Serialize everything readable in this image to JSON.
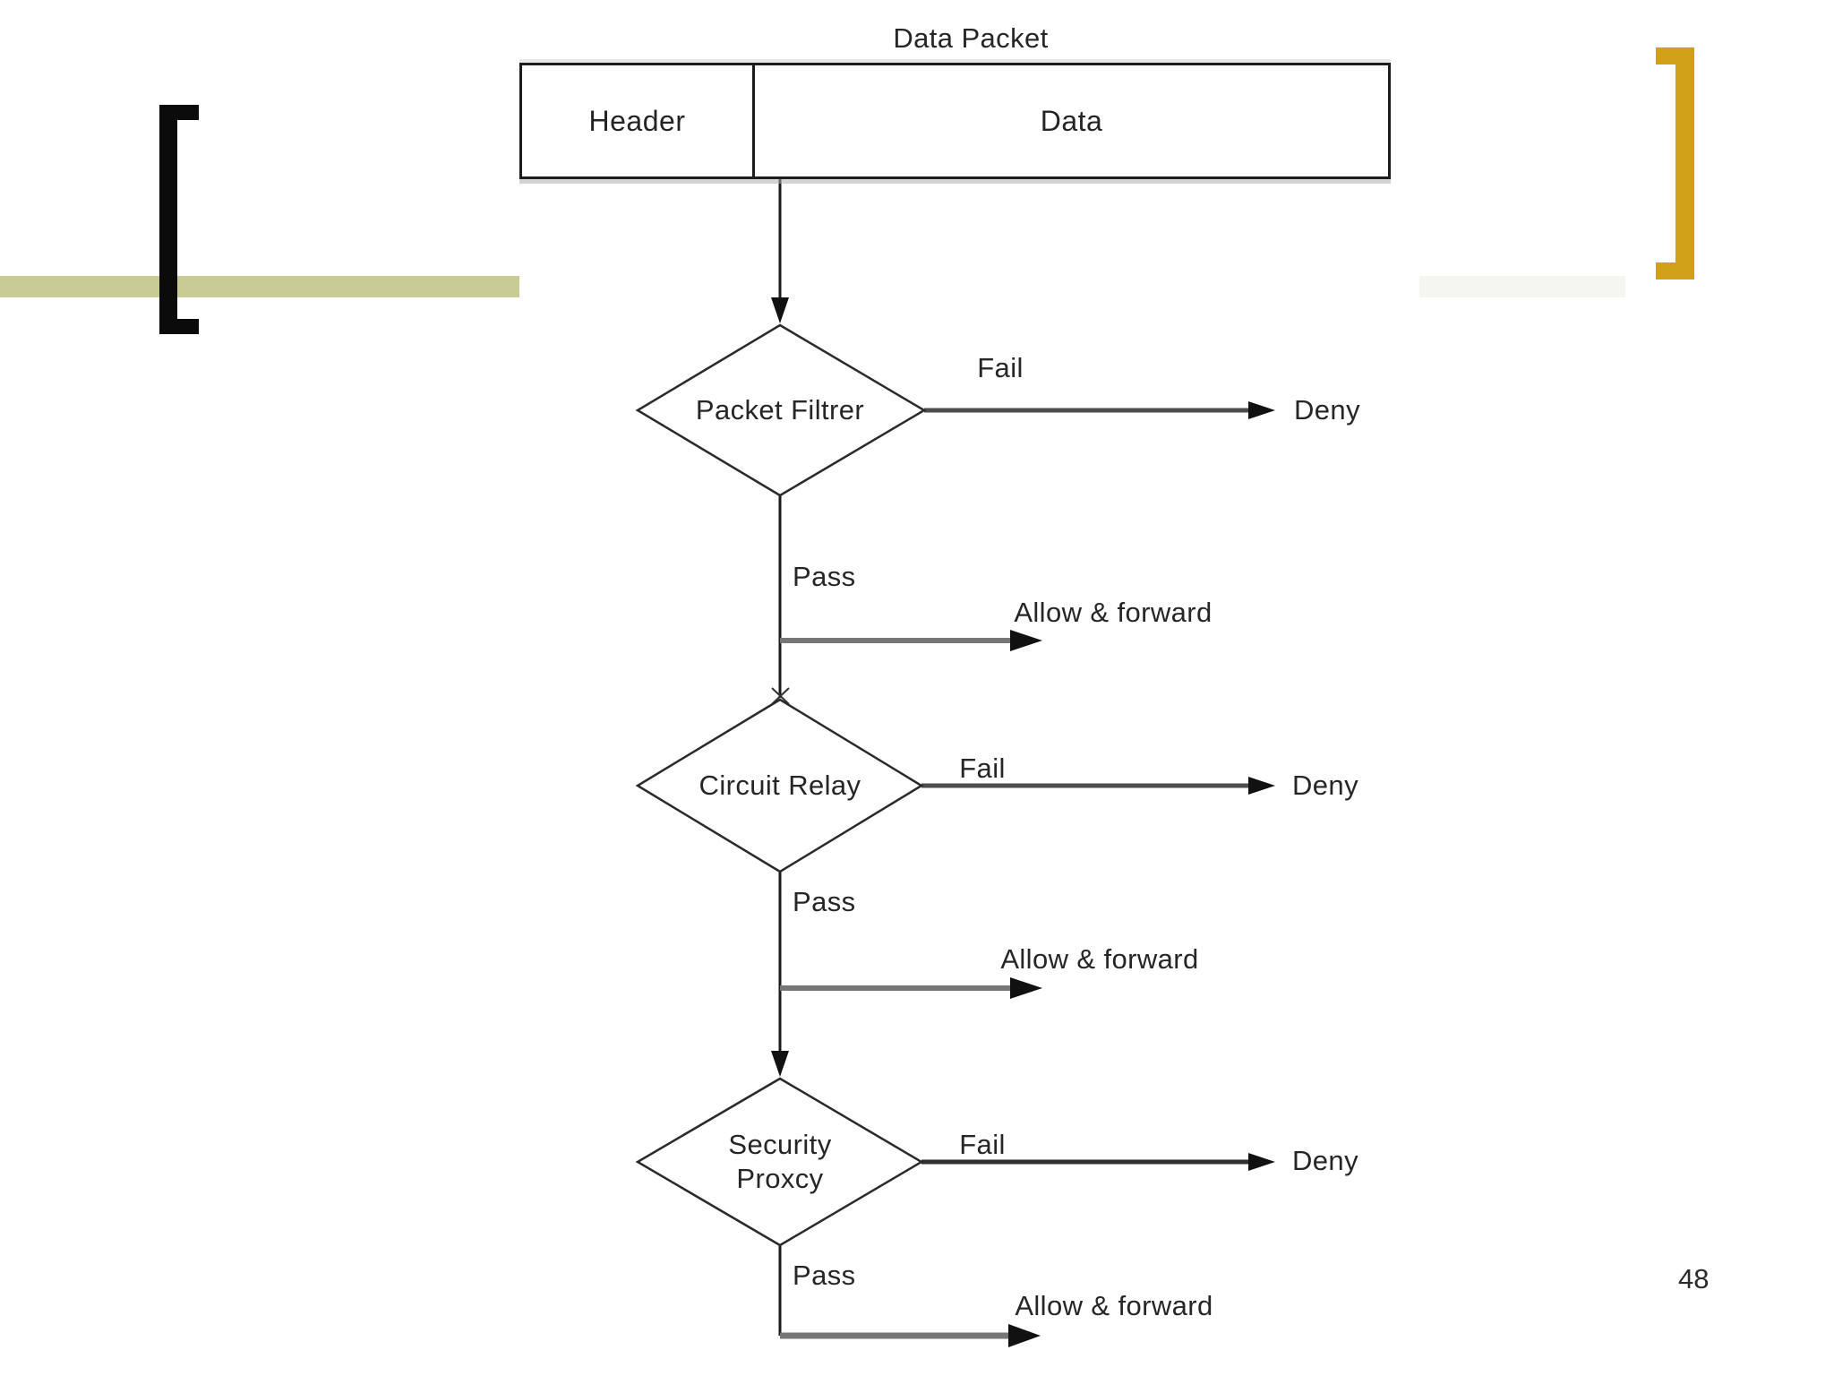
{
  "slide": {
    "page_number": "48"
  },
  "packet_box": {
    "title": "Data Packet",
    "cells": [
      "Header",
      "Data"
    ]
  },
  "flow": {
    "stage1": {
      "label": "Packet Filtrer",
      "fail": "Fail",
      "deny": "Deny",
      "pass": "Pass",
      "allow": "Allow & forward"
    },
    "stage2": {
      "label": "Circuit Relay",
      "fail": "Fail",
      "deny": "Deny",
      "pass": "Pass",
      "allow": "Allow & forward"
    },
    "stage3": {
      "label_line1": "Security",
      "label_line2": "Proxcy",
      "fail": "Fail",
      "deny": "Deny",
      "pass": "Pass",
      "allow": "Allow & forward"
    }
  },
  "colors": {
    "olive_band": "#c8cc92",
    "faint_band": "#f5f6ef",
    "gold_bracket": "#d0a019",
    "line_dark": "#1a1a1a",
    "line_gray": "#767676",
    "fail_line": "#4d4d4d"
  }
}
